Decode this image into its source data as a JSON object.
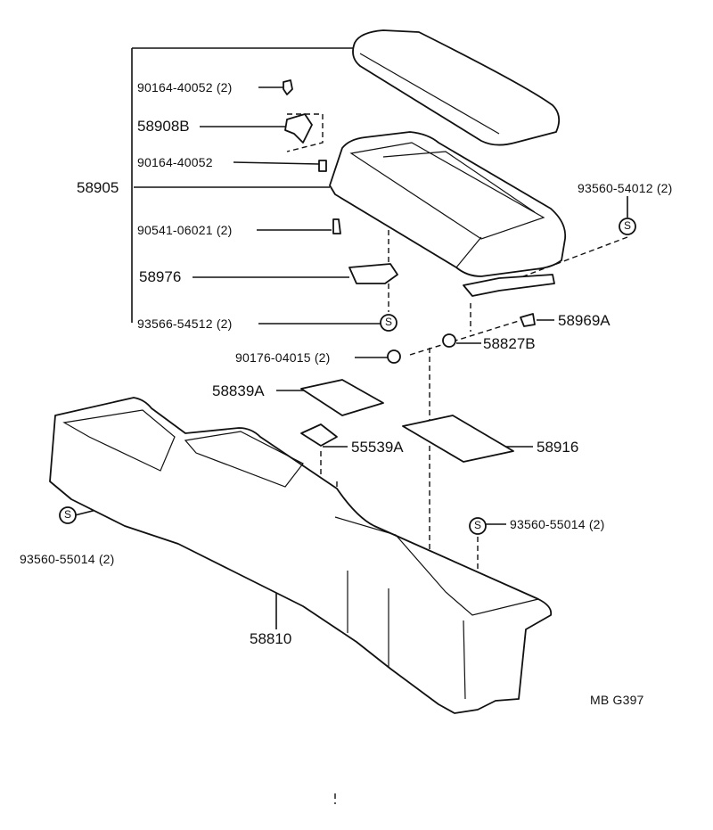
{
  "labels": {
    "p90164_top": "90164-40052 (2)",
    "p58908B": "58908B",
    "p90164_mid": "90164-40052",
    "p58905": "58905",
    "p90541": "90541-06021 (2)",
    "p58976": "58976",
    "p93566": "93566-54512 (2)",
    "p93560_54012": "93560-54012 (2)",
    "p58969A": "58969A",
    "p90176": "90176-04015 (2)",
    "p58827B": "58827B",
    "p58839A": "58839A",
    "p55539A": "55539A",
    "p58916": "58916",
    "p93560_55014_right": "93560-55014 (2)",
    "p93560_55014_left": "93560-55014 (2)",
    "p58810": "58810",
    "code": "MB G397"
  },
  "clip_symbol": "S"
}
